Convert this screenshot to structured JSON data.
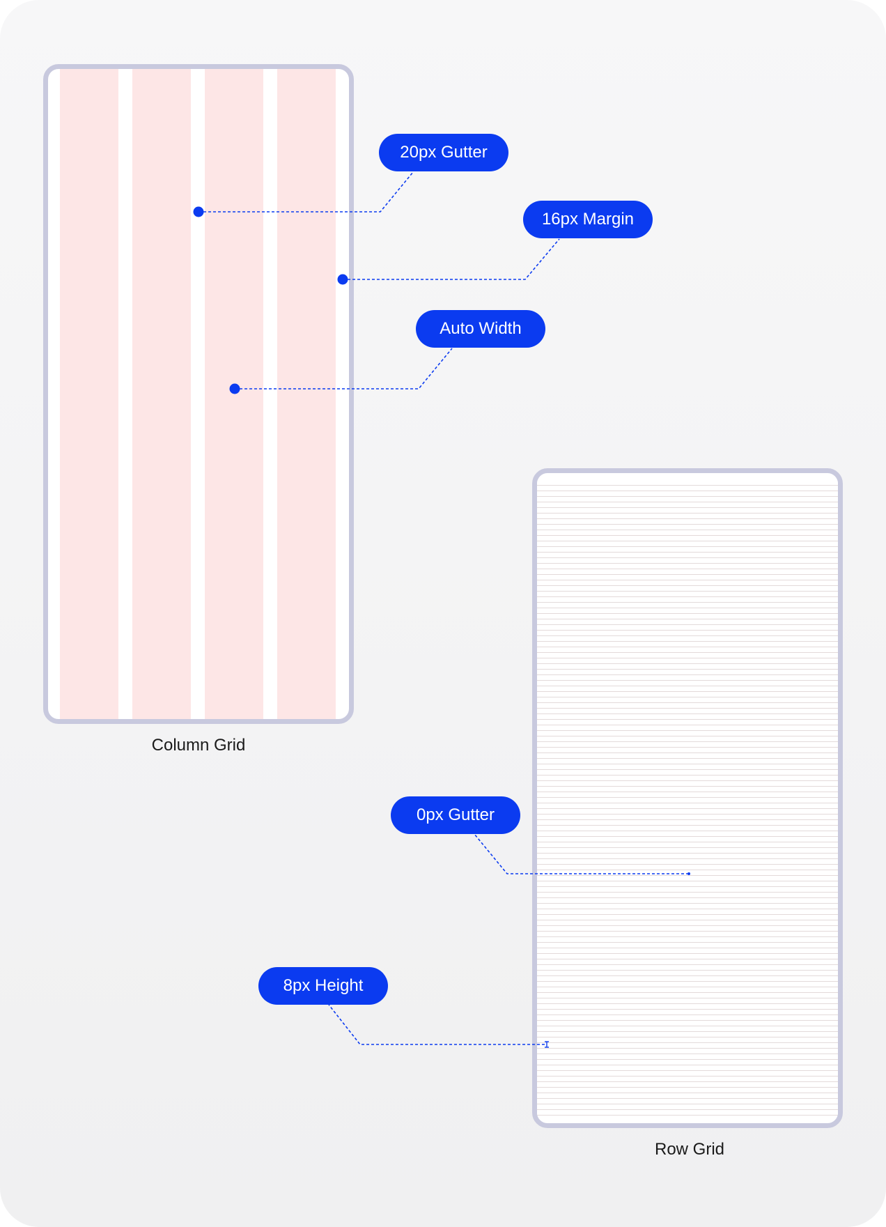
{
  "annotations": {
    "gutter_20": "20px Gutter",
    "margin_16": "16px Margin",
    "auto_width": "Auto Width",
    "gutter_0": "0px Gutter",
    "height_8": "8px Height"
  },
  "labels": {
    "column_grid": "Column Grid",
    "row_grid": "Row Grid"
  },
  "colors": {
    "accent": "#0b3bf0",
    "frame": "#c8c9de",
    "column_fill": "#fde6e6"
  }
}
